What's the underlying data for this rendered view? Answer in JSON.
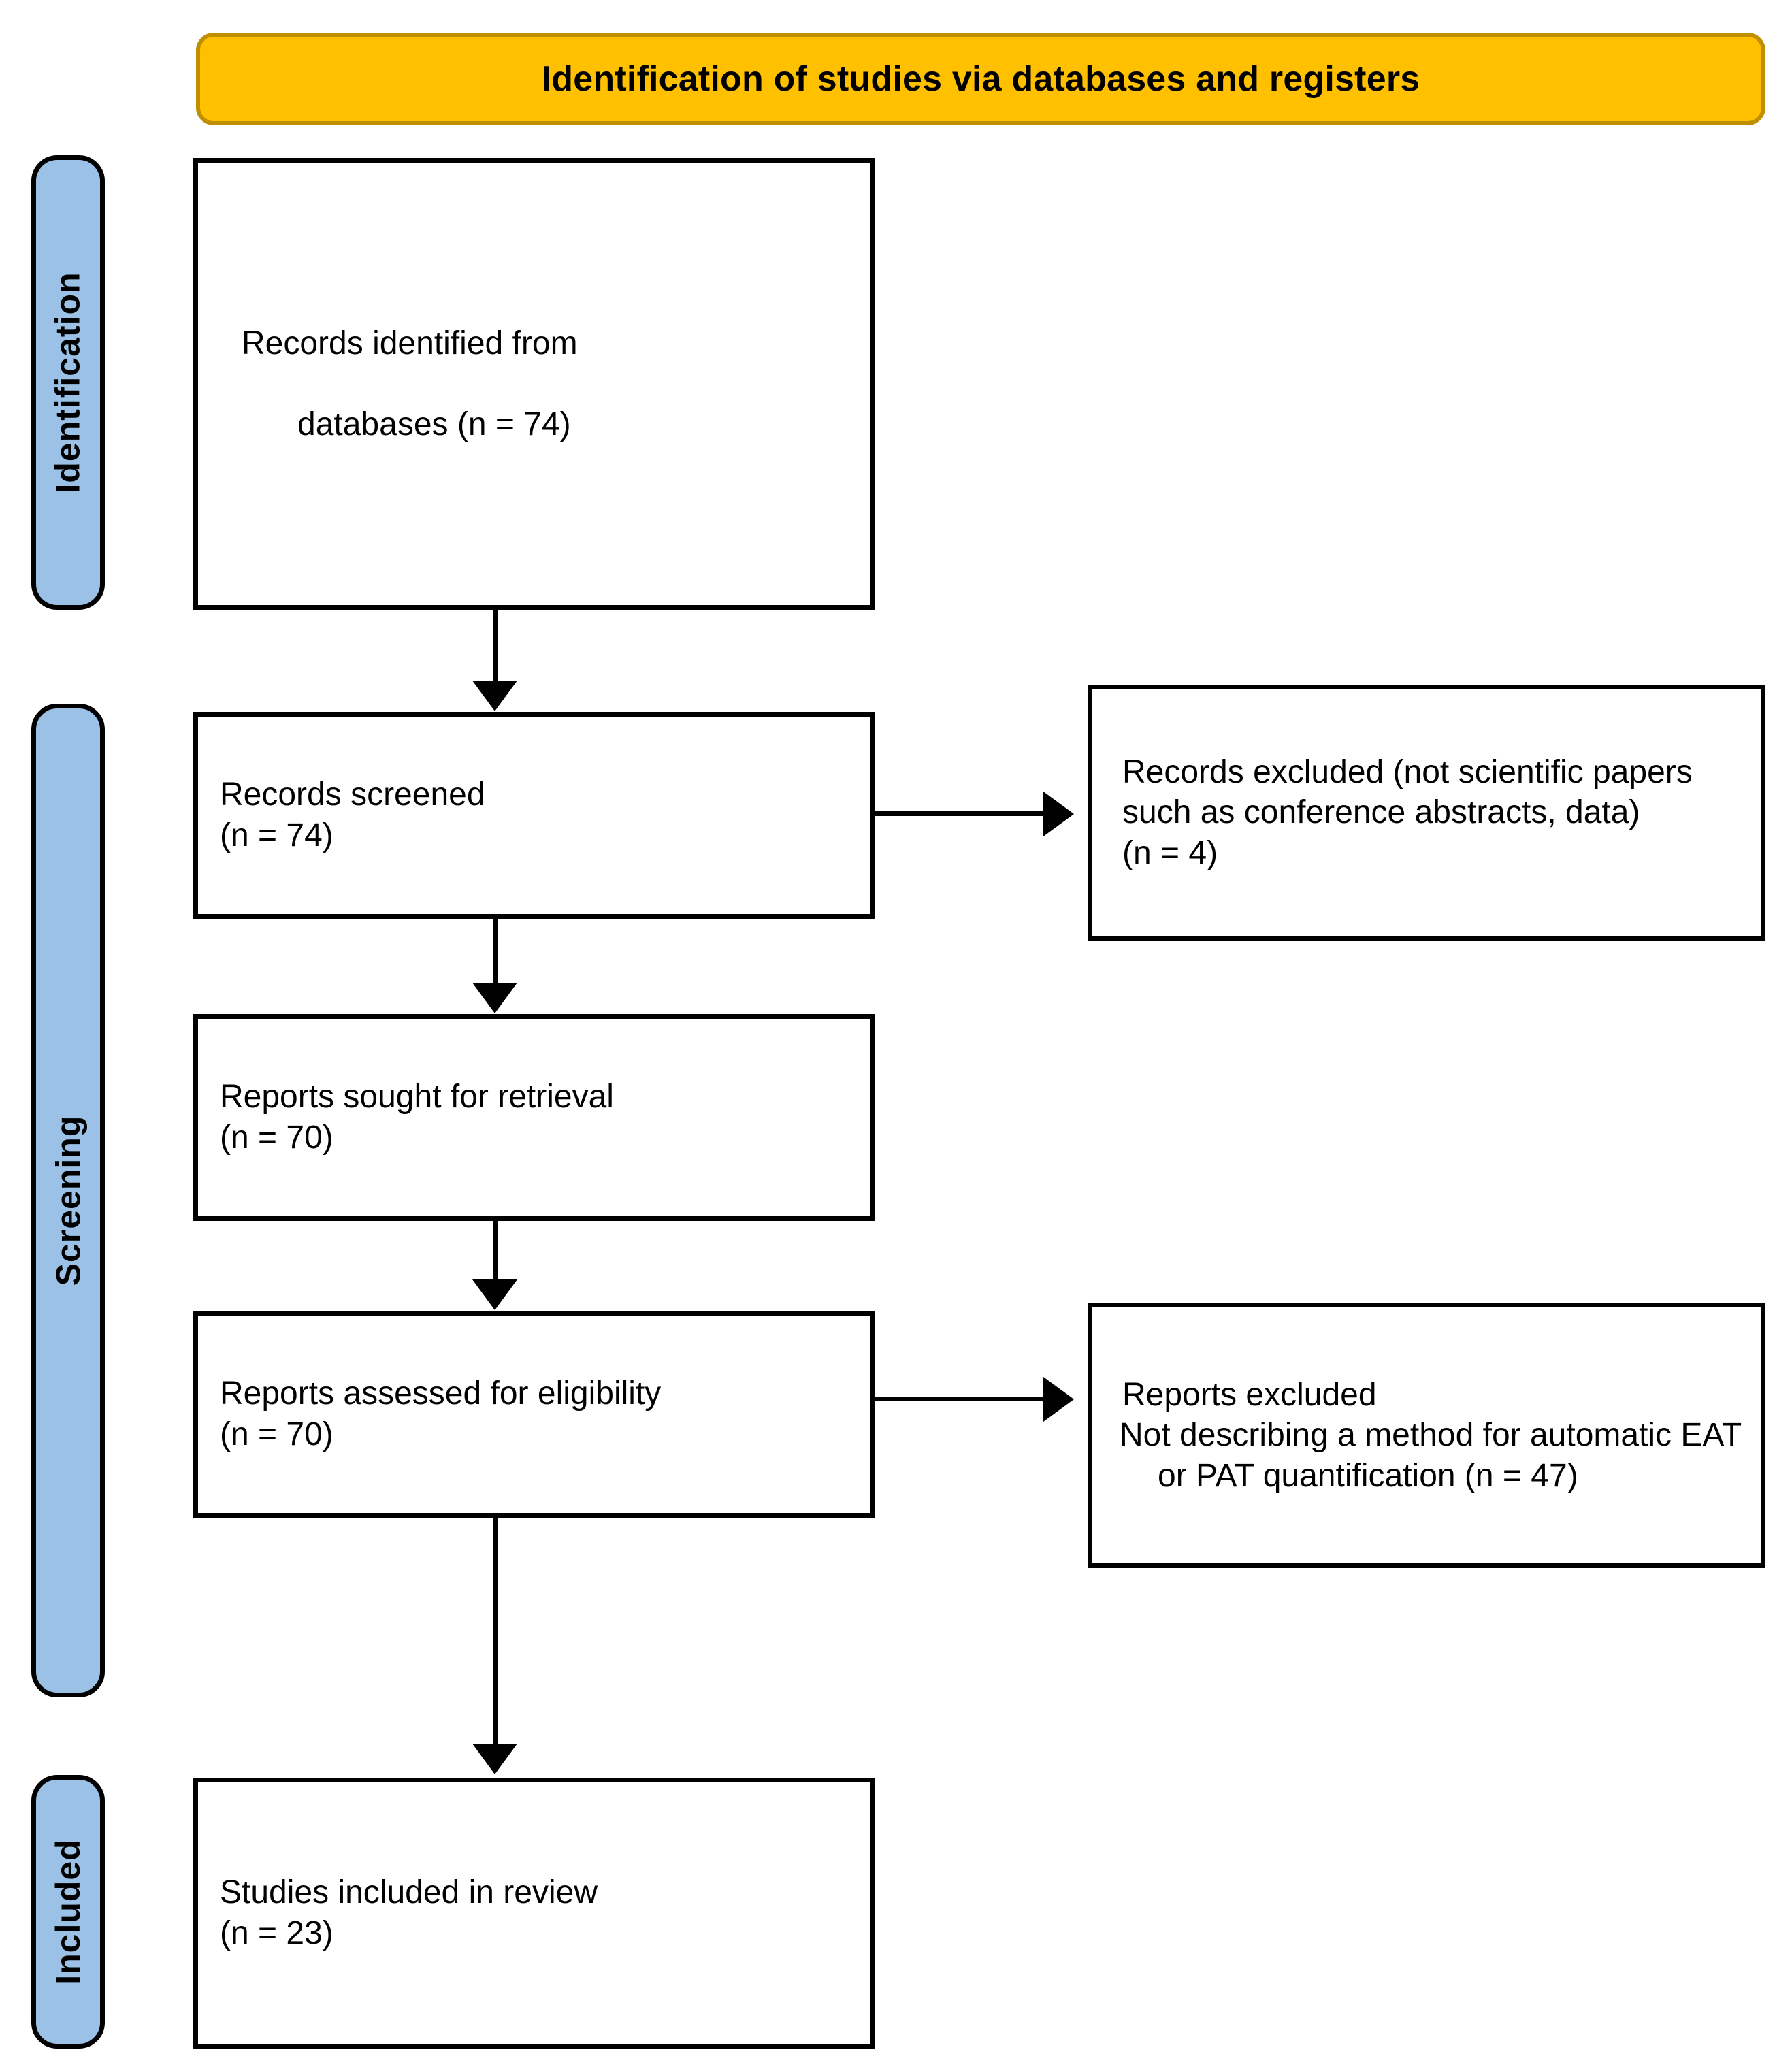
{
  "header": {
    "title": "Identification of studies via databases and registers",
    "background_color": "#ffc000",
    "border_color": "#bf8f00",
    "text_color": "#000000"
  },
  "theme": {
    "stage_tab_color": "#9bc2e6",
    "box_border_color": "#000000",
    "box_background": "#ffffff",
    "page_background": "#ffffff"
  },
  "stages": [
    {
      "id": "identification",
      "label": "Identification"
    },
    {
      "id": "screening",
      "label": "Screening"
    },
    {
      "id": "included",
      "label": "Included"
    }
  ],
  "boxes": {
    "identified": {
      "line1": "Records identified from",
      "line2": "databases (n = 74)",
      "count_label": "n = 74",
      "count": 74
    },
    "screened": {
      "text": "Records screened\n(n = 74)",
      "count_label": "n = 74",
      "count": 74
    },
    "records_excluded": {
      "text": "Records excluded (not scientific papers such as conference abstracts, data)\n(n = 4)",
      "count_label": "n = 4",
      "count": 4
    },
    "sought": {
      "text": "Reports sought for retrieval\n(n = 70)",
      "count_label": "n = 70",
      "count": 70
    },
    "assessed": {
      "text": "Reports assessed for eligibility\n(n = 70)",
      "count_label": "n = 70",
      "count": 70
    },
    "reports_excluded": {
      "heading": "Reports excluded",
      "reason": "Not describing a method for automatic EAT or PAT quantification (n = 47)",
      "count_label": "n = 47",
      "count": 47
    },
    "included": {
      "text": "Studies included in review\n(n = 23)",
      "count_label": "n = 23",
      "count": 23
    }
  },
  "connectors": [
    {
      "from": "identified",
      "to": "screened",
      "direction": "down"
    },
    {
      "from": "screened",
      "to": "sought",
      "direction": "down"
    },
    {
      "from": "screened",
      "to": "records_excluded",
      "direction": "right"
    },
    {
      "from": "sought",
      "to": "assessed",
      "direction": "down"
    },
    {
      "from": "assessed",
      "to": "reports_excluded",
      "direction": "right"
    },
    {
      "from": "assessed",
      "to": "included",
      "direction": "down"
    }
  ]
}
